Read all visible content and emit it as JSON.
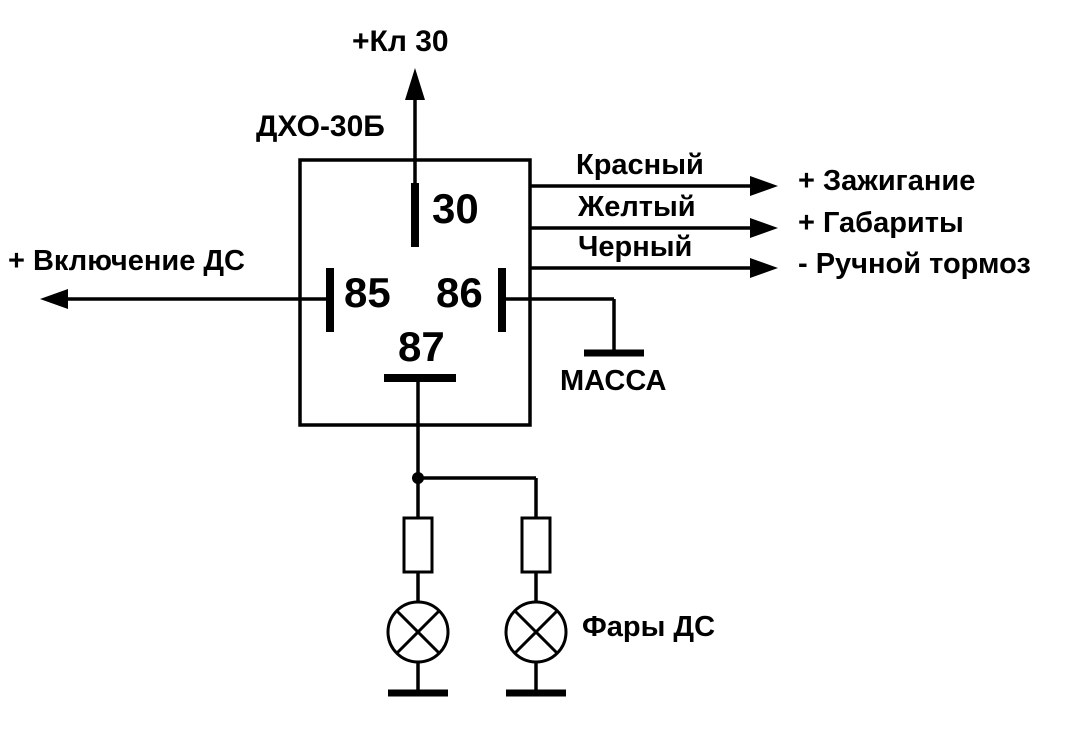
{
  "diagram": {
    "relay_title": "ДХО-30Б",
    "terminal_30_label": "+Кл 30",
    "left_wire_label": "+ Включение ДС",
    "pins": {
      "pin30": "30",
      "pin85": "85",
      "pin86": "86",
      "pin87": "87"
    },
    "right_wires": [
      {
        "color": "Красный",
        "destination": "+ Зажигание"
      },
      {
        "color": "Желтый",
        "destination": "+ Габариты"
      },
      {
        "color": "Черный",
        "destination": "- Ручной тормоз"
      }
    ],
    "ground_label": "МАССА",
    "lamps_label": "Фары ДС",
    "colors": {
      "line": "#000000",
      "background": "#ffffff"
    }
  }
}
